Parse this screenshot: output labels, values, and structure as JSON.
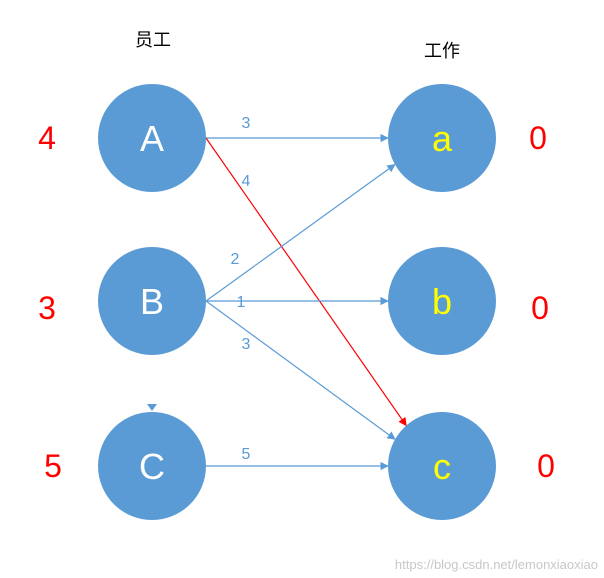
{
  "headers": {
    "left": "员工",
    "right": "工作"
  },
  "colors": {
    "node_fill": "#5b9bd5",
    "left_label": "#ffffff",
    "right_label": "#ffff00",
    "edge": "#5b9bd5",
    "edge_highlight": "#ff0000",
    "weight": "#ff0000"
  },
  "employees": [
    {
      "label": "A",
      "weight": "4"
    },
    {
      "label": "B",
      "weight": "3"
    },
    {
      "label": "C",
      "weight": "5"
    }
  ],
  "jobs": [
    {
      "label": "a",
      "weight": "0"
    },
    {
      "label": "b",
      "weight": "0"
    },
    {
      "label": "c",
      "weight": "0"
    }
  ],
  "edges": [
    {
      "from": "A",
      "to": "a",
      "label": "3",
      "highlight": false
    },
    {
      "from": "A",
      "to": "c",
      "label": "4",
      "highlight": true
    },
    {
      "from": "B",
      "to": "a",
      "label": "2",
      "highlight": false
    },
    {
      "from": "B",
      "to": "b",
      "label": "1",
      "highlight": false
    },
    {
      "from": "B",
      "to": "c",
      "label": "3",
      "highlight": false
    },
    {
      "from": "C",
      "to": "c",
      "label": "5",
      "highlight": false
    }
  ],
  "watermark": "https://blog.csdn.net/lemonxiaoxiao"
}
